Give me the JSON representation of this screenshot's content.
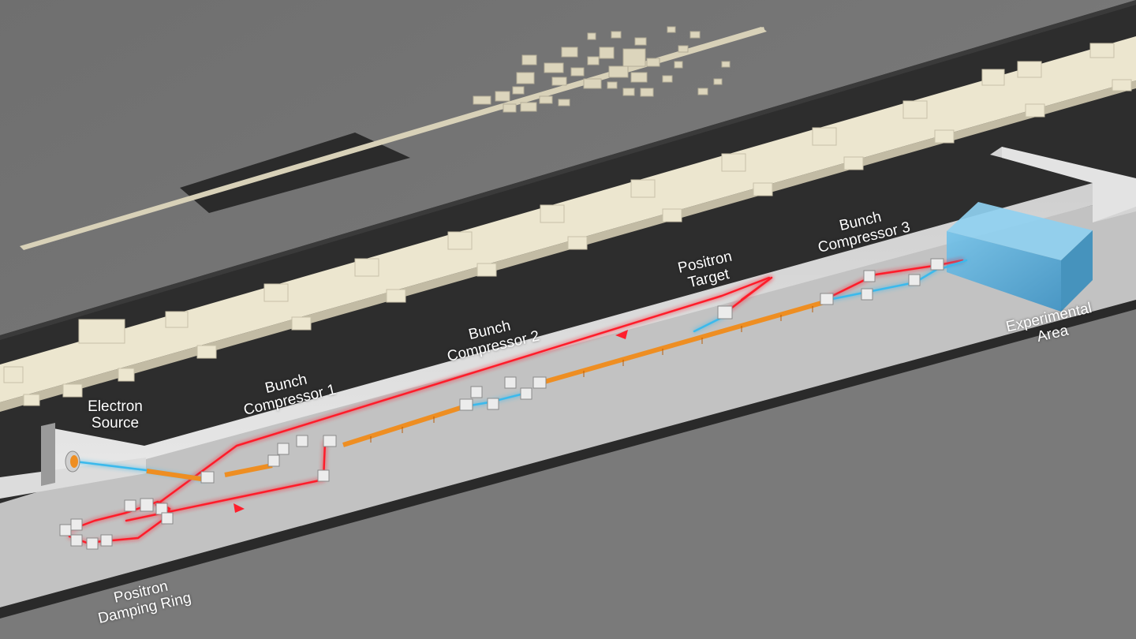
{
  "labels": {
    "electron_source": [
      "Electron",
      "Source"
    ],
    "bunch_compressor_1": [
      "Bunch",
      "Compressor 1"
    ],
    "bunch_compressor_2": [
      "Bunch",
      "Compressor 2"
    ],
    "positron_target": [
      "Positron",
      "Target"
    ],
    "bunch_compressor_3": [
      "Bunch",
      "Compressor 3"
    ],
    "experimental_area": [
      "Experimental",
      "Area"
    ],
    "positron_damping_ring": [
      "Positron",
      "Damping Ring"
    ]
  },
  "colors": {
    "ground": "#7b7b7b",
    "ground_far": "#707070",
    "dark_strip": "#2c2c2c",
    "building": "#e9e3cc",
    "building_shade": "#bdb6a0",
    "tunnel_wall": "#d9d9d9",
    "tunnel_floor": "#bfbfbf",
    "electron_beam": "#3ab9ec",
    "positron_beam": "#ff1e2c",
    "magnet": "#e9e9e9",
    "accelerator_cavity": "#ee8e22",
    "detector_box": "#5fb7e2"
  }
}
